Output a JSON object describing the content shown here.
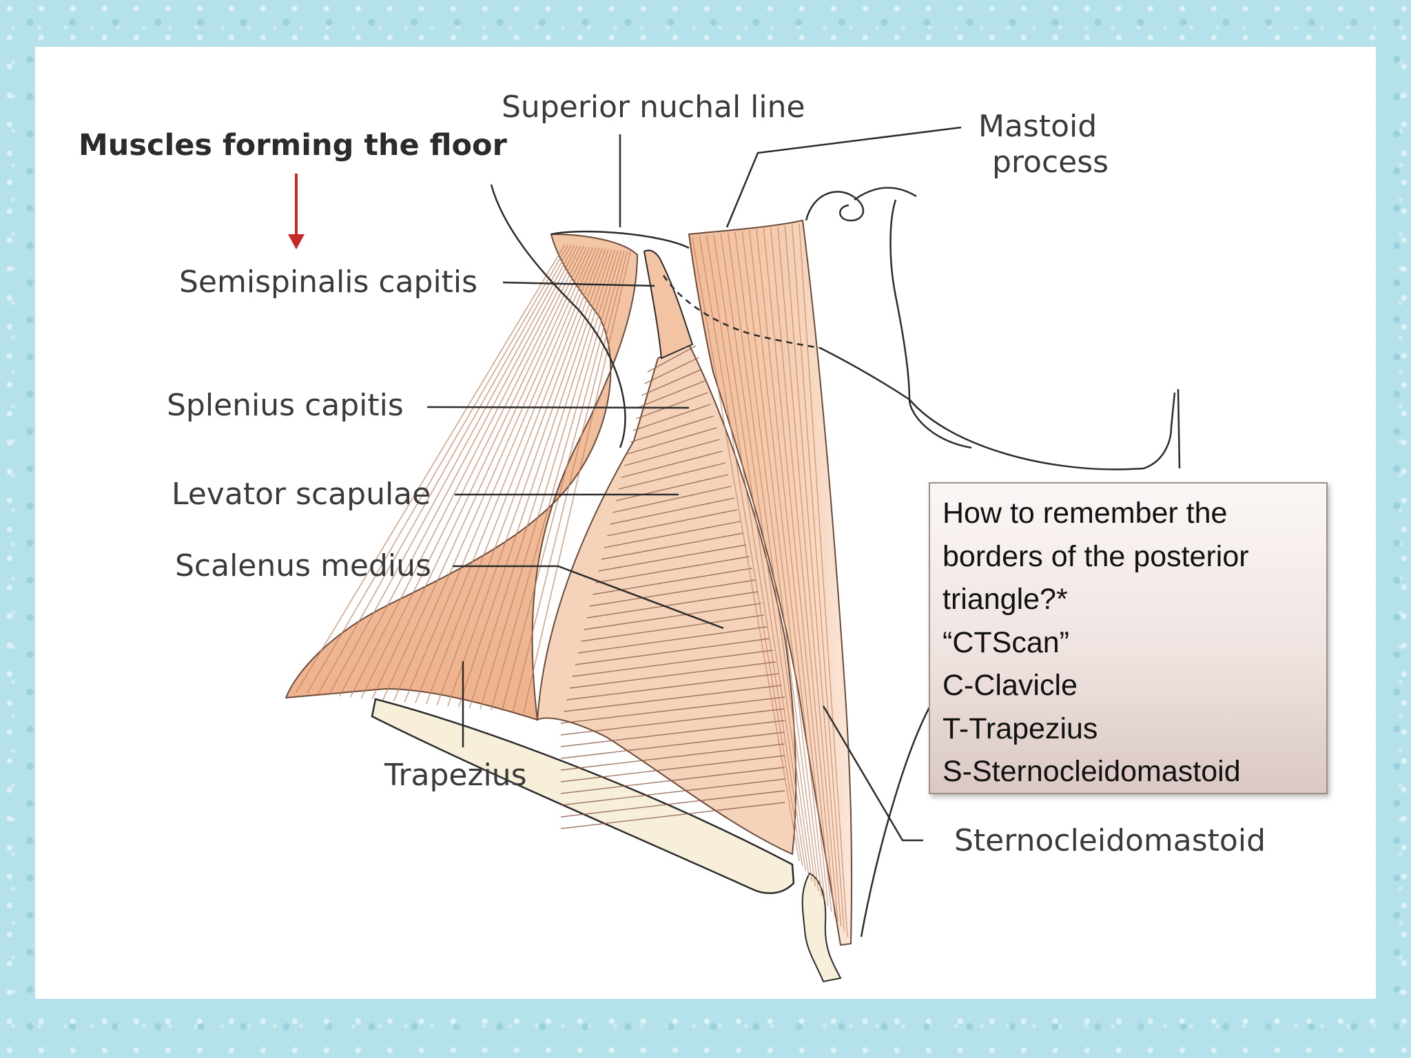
{
  "heading": "Muscles forming the floor",
  "labels": {
    "superior_nuchal_line": "Superior nuchal line",
    "mastoid_line1": "Mastoid",
    "mastoid_line2": "process",
    "semispinalis": "Semispinalis capitis",
    "splenius": "Splenius capitis",
    "levator": "Levator scapulae",
    "scalenus": "Scalenus medius",
    "trapezius": "Trapezius",
    "sternocleidomastoid": "Sternocleidomastoid"
  },
  "mnemonic_box": {
    "lines": [
      "How to remember the",
      "borders of the posterior",
      "triangle?*",
      "“CTScan”",
      "C-Clavicle",
      "T-Trapezius",
      "S-Sternocleidomastoid"
    ]
  },
  "colors": {
    "muscle": "#f1c2a1",
    "muscle_dark": "#e7a67e",
    "bone": "#f7efd9",
    "line": "#2b2b2b",
    "arrow": "#c62828",
    "background": "#b5e2ea"
  }
}
